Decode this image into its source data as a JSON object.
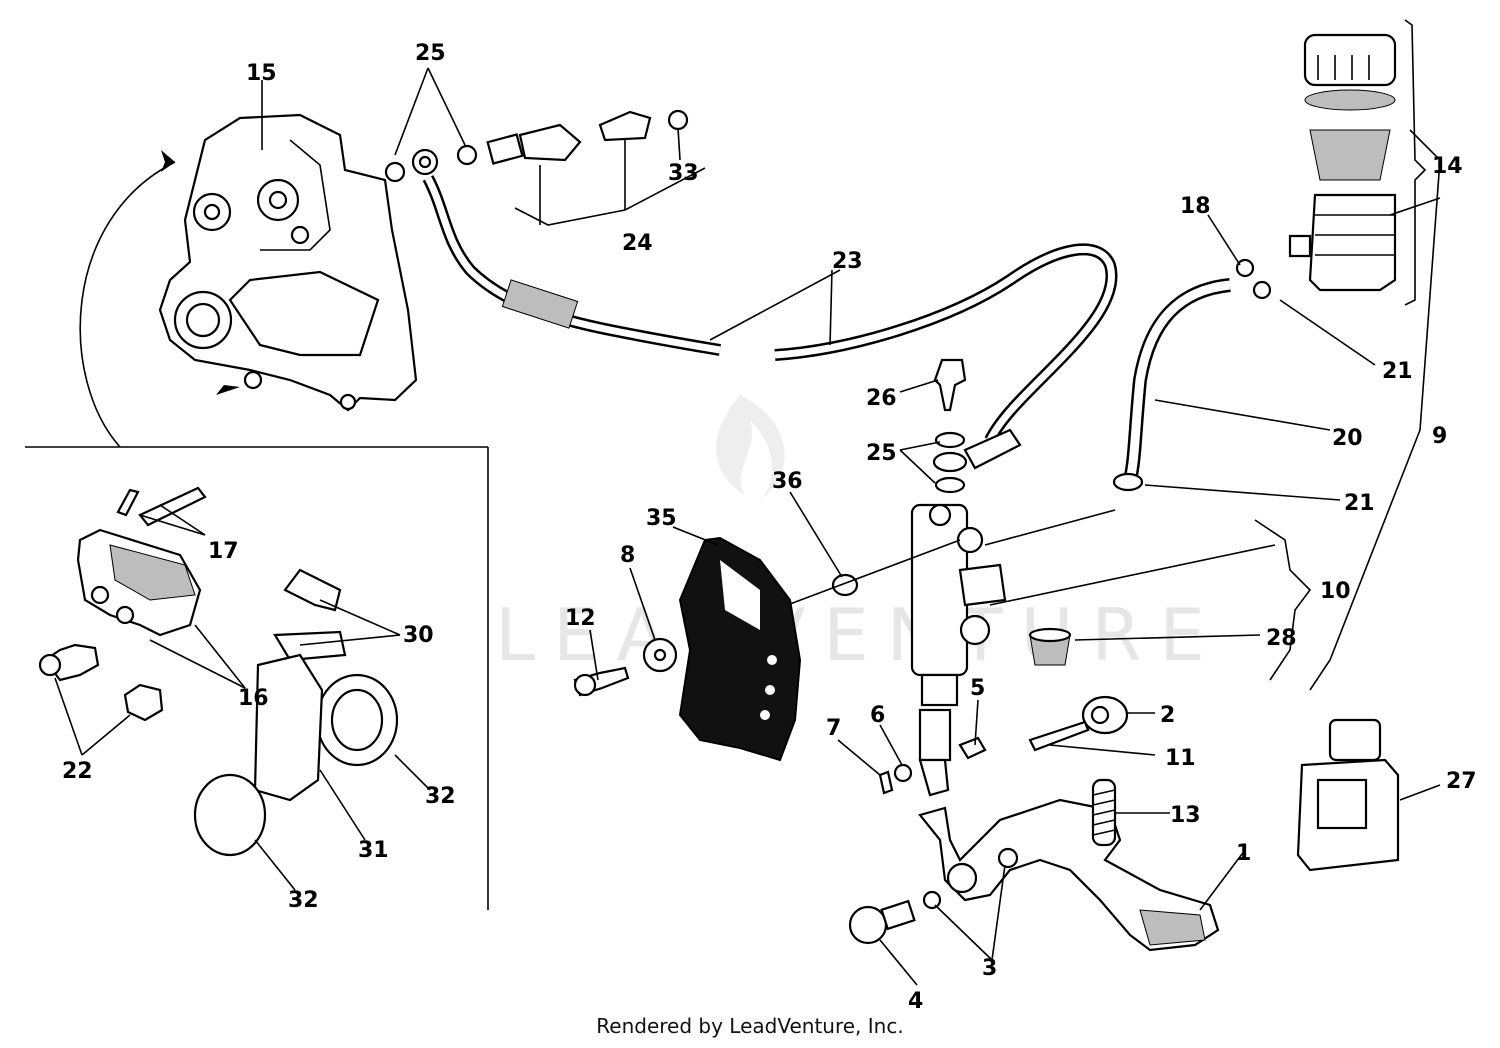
{
  "footer_text": "Rendered by LeadVenture, Inc.",
  "watermark_text": "LEADVENTURE",
  "callouts": [
    "1",
    "2",
    "3",
    "4",
    "5",
    "6",
    "7",
    "8",
    "9",
    "10",
    "11",
    "12",
    "13",
    "14",
    "15",
    "16",
    "17",
    "18",
    "20",
    "21",
    "21",
    "22",
    "23",
    "24",
    "25",
    "25",
    "26",
    "27",
    "28",
    "30",
    "31",
    "32",
    "32",
    "33",
    "35",
    "36"
  ]
}
